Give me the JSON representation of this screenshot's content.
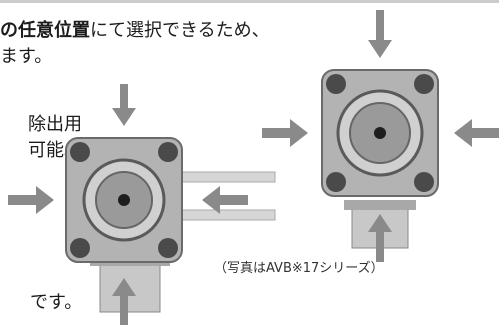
{
  "text": {
    "line1_bold": "の任意位置",
    "line1_rest": "にて選択できるため、",
    "line2": "ます。",
    "line3": "除出用",
    "line4": "可能。",
    "line5": "です。"
  },
  "caption": "（写真はAVB※17シリーズ）",
  "colors": {
    "arrow": "#8a8a8a",
    "valve_body": "#b3b3b3",
    "valve_dark": "#3a3a3a",
    "background": "#ffffff"
  },
  "icons": {
    "arrow": "arrow-icon",
    "valve": "valve-photo"
  }
}
